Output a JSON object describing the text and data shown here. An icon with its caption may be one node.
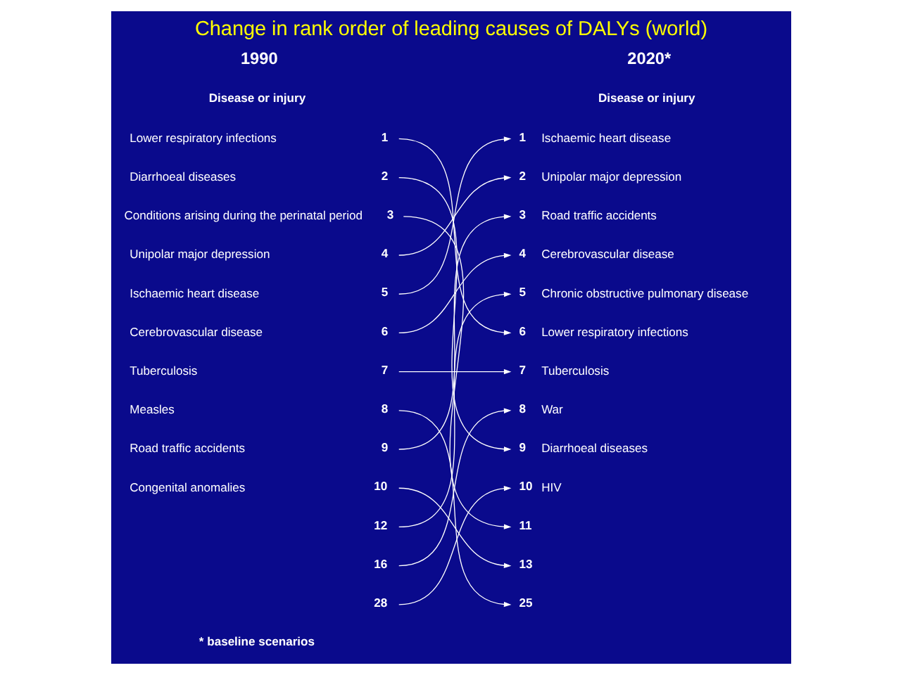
{
  "diagram": {
    "title": "Change in rank order of leading causes of DALYs (world)",
    "nodes": [
      {
        "text": [
          "1"
        ],
        "beside": [
          "Lower respiratory infections"
        ]
      },
      {
        "text": [
          "2"
        ],
        "beside": [
          "Diarrhoeal diseases"
        ]
      },
      {
        "text": [
          "3"
        ],
        "beside": [
          "Conditions arising during the perinatal period"
        ]
      },
      {
        "text": [
          "4"
        ],
        "beside": [
          "Unipolar major depression"
        ]
      },
      {
        "text": [
          "5"
        ],
        "beside": [
          "Ischaemic heart disease"
        ]
      },
      {
        "text": [
          "6"
        ],
        "beside": [
          "Cerebrovascular disease"
        ]
      },
      {
        "text": [
          "7"
        ],
        "beside": [
          "Tuberculosis"
        ]
      },
      {
        "text": [
          "8"
        ],
        "beside": [
          "Measles"
        ]
      },
      {
        "text": [
          "9"
        ],
        "beside": [
          "Road traffic accidents"
        ]
      },
      {
        "text": [
          "10"
        ],
        "beside": [
          "Congenital anomalies"
        ]
      },
      {
        "text": [
          "12"
        ]
      },
      {
        "text": [
          "16"
        ]
      },
      {
        "text": [
          "28"
        ]
      },
      {
        "text": [
          "1"
        ],
        "beside": [
          "Ischaemic heart disease"
        ]
      },
      {
        "text": [
          "2"
        ],
        "beside": [
          "Unipolar major depression"
        ]
      },
      {
        "text": [
          "3"
        ],
        "beside": [
          "Road traffic accidents"
        ]
      },
      {
        "text": [
          "4"
        ],
        "beside": [
          "Cerebrovascular disease"
        ]
      },
      {
        "text": [
          "5"
        ],
        "beside": [
          "Chronic obstructive pulmonary disease"
        ]
      },
      {
        "text": [
          "6"
        ],
        "beside": [
          "Lower respiratory infections"
        ]
      },
      {
        "text": [
          "7"
        ],
        "beside": [
          "Tuberculosis"
        ]
      },
      {
        "text": [
          "8"
        ],
        "beside": [
          "War"
        ]
      },
      {
        "text": [
          "9"
        ],
        "beside": [
          "Diarrhoeal diseases"
        ]
      },
      {
        "text": [
          "10"
        ],
        "beside": [
          "HIV"
        ]
      },
      {
        "text": [
          "11"
        ]
      },
      {
        "text": [
          "13"
        ]
      },
      {
        "text": [
          "25"
        ]
      }
    ],
    "edges": [
      {
        "from": 0,
        "to": 18,
        "arrow": "to"
      },
      {
        "from": 1,
        "to": 21,
        "arrow": "to"
      },
      {
        "from": 2,
        "to": 23,
        "arrow": "to"
      },
      {
        "from": 3,
        "to": 14,
        "arrow": "to"
      },
      {
        "from": 4,
        "to": 13,
        "arrow": "to"
      },
      {
        "from": 5,
        "to": 16,
        "arrow": "to"
      },
      {
        "from": 6,
        "to": 19,
        "arrow": "to"
      },
      {
        "from": 7,
        "to": 25,
        "arrow": "to"
      },
      {
        "from": 8,
        "to": 15,
        "arrow": "to"
      },
      {
        "from": 9,
        "to": 24,
        "arrow": "to"
      },
      {
        "from": 10,
        "to": 17,
        "arrow": "to"
      },
      {
        "from": 11,
        "to": 20,
        "arrow": "to"
      },
      {
        "from": 12,
        "to": 22,
        "arrow": "to"
      }
    ],
    "labels": [
      "1990",
      "Disease or injury",
      "2020*",
      "Disease or injury",
      "* baseline scenarios"
    ]
  }
}
